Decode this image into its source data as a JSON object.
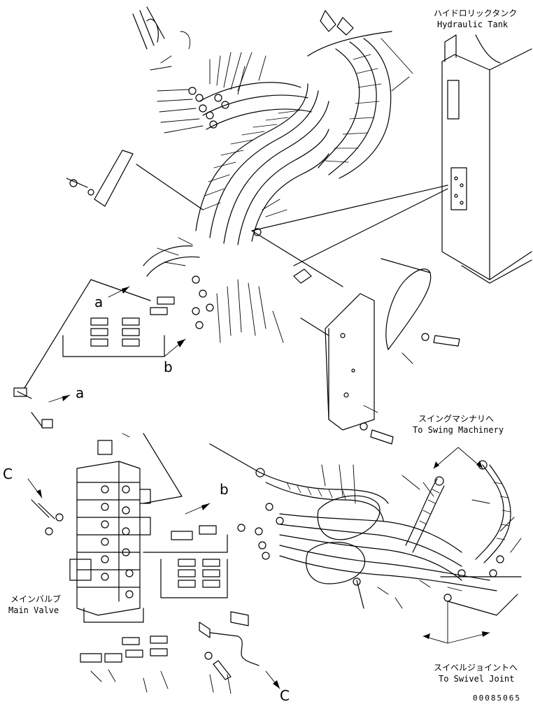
{
  "labels": {
    "hydraulic_tank_jp": "ハイドロリックタンク",
    "hydraulic_tank_en": "Hydraulic Tank",
    "swing_machinery_jp": "スイングマシナリへ",
    "swing_machinery_en": "To Swing Machinery",
    "main_valve_jp": "メインバルブ",
    "main_valve_en": "Main Valve",
    "swivel_joint_jp": "スイベルジョイントへ",
    "swivel_joint_en": "To Swivel Joint"
  },
  "callouts": {
    "a_upper": "a",
    "a_lower": "a",
    "b_upper": "b",
    "b_lower": "b",
    "c_left": "C",
    "c_bottom": "C"
  },
  "drawing_number": "00085065"
}
